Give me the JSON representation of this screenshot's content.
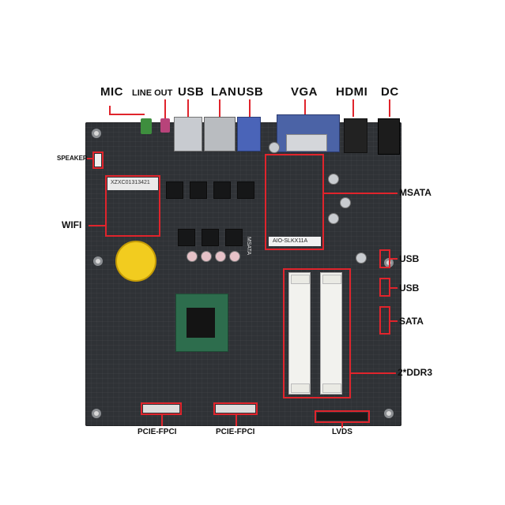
{
  "labels": {
    "mic": "MIC",
    "line_out": "LINE OUT",
    "usb_top_1": "USB",
    "lan": "LAN",
    "usb_top_2": "USB",
    "vga": "VGA",
    "hdmi": "HDMI",
    "dc": "DC",
    "speaker": "SPEAKER",
    "wifi": "WIFI",
    "msata_right": "MSATA",
    "usb_right_1": "USB",
    "usb_right_2": "USB",
    "sata": "SATA",
    "ddr3": "2*DDR3",
    "pcie_fpci_1": "PCIE-FPCI",
    "pcie_fpci_2": "PCIE-FPCI",
    "lvds": "LVDS"
  },
  "board_text": {
    "model": "AIO-SLKX11A",
    "msata_silk": "MSATA"
  },
  "colors": {
    "highlight": "#e0242c",
    "board": "#2f3236",
    "label": "#111111"
  }
}
